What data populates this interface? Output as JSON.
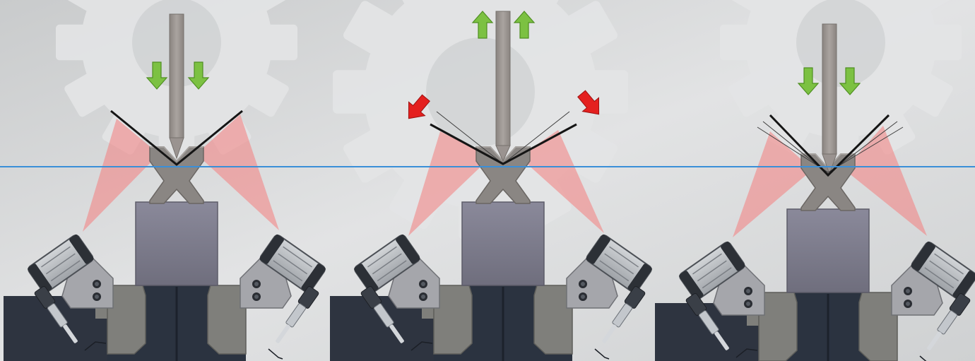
{
  "diagram": {
    "stages": [
      {
        "id": "stage-1-press-down",
        "motion": "down",
        "sheet_state": "open-angle"
      },
      {
        "id": "stage-2-release-springback",
        "motion": "up",
        "sheet_state": "springback"
      },
      {
        "id": "stage-3-correction-press",
        "motion": "down",
        "sheet_state": "corrected"
      }
    ],
    "colors": {
      "background": "#d9dbdc",
      "gear_watermark": "#e6e7e8",
      "punch": "#9a9390",
      "sheet": "#151515",
      "laser_beam": "#f47d7d",
      "die_x_block": "#8a8683",
      "pedestal": "#7b7a88",
      "die_base_dark": "#2b3340",
      "die_base_side": "#7f7f7b",
      "machine_bed": "#2e3440",
      "camera_body": "#b5b8bc",
      "camera_dark": "#24272c",
      "mount_plate": "#a5a6ab",
      "arrow_green": "#7cc142",
      "arrow_red": "#e4201f",
      "reference_line": "#3a8fd8"
    },
    "icons": {
      "down_arrow": "green-down-arrow-icon",
      "up_arrow": "green-up-arrow-icon",
      "diagonal_arrow": "red-diagonal-arrow-icon"
    }
  }
}
